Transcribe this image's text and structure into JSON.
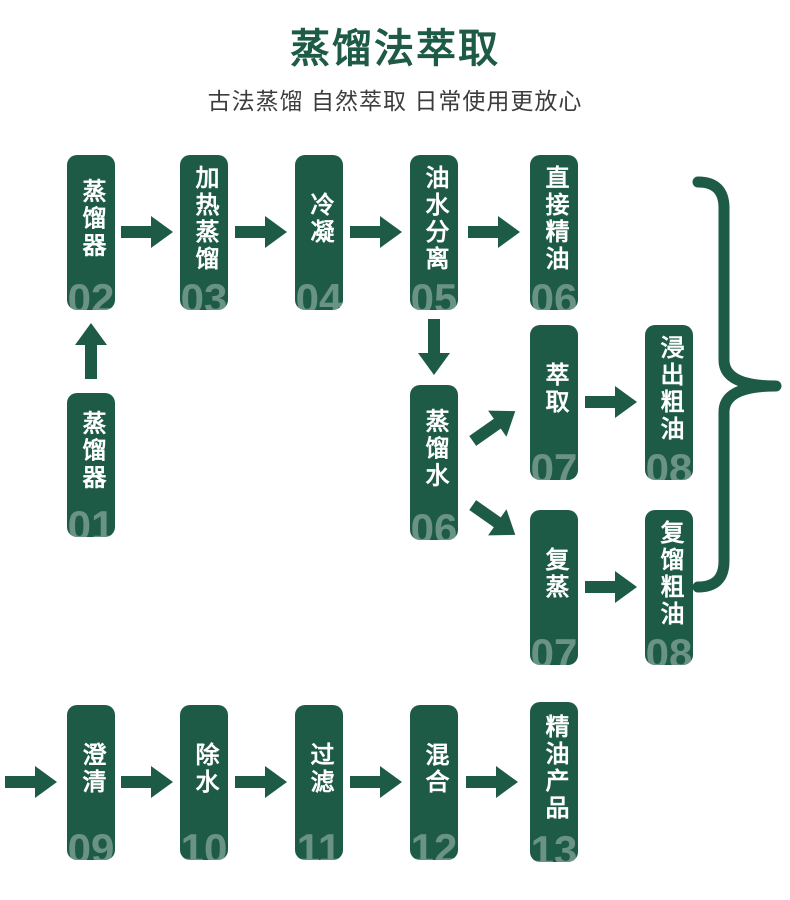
{
  "header": {
    "title": "蒸馏法萃取",
    "subtitle": "古法蒸馏 自然萃取 日常使用更放心"
  },
  "colors": {
    "accent_green": "#1e5b46",
    "number_tint": "rgba(255,255,255,0.34)",
    "subtitle_text": "#3c3c3c"
  },
  "steps": {
    "s01": {
      "num": "01",
      "label": "蒸馏器"
    },
    "s02": {
      "num": "02",
      "label": "蒸馏器"
    },
    "s03": {
      "num": "03",
      "label": "加热蒸馏"
    },
    "s04": {
      "num": "04",
      "label": "冷凝"
    },
    "s05": {
      "num": "05",
      "label": "油水分离"
    },
    "s06a": {
      "num": "06",
      "label": "直接精油"
    },
    "s06b": {
      "num": "06",
      "label": "蒸馏水"
    },
    "s07a": {
      "num": "07",
      "label": "萃取"
    },
    "s07b": {
      "num": "07",
      "label": "复蒸"
    },
    "s08a": {
      "num": "08",
      "label": "浸出粗油"
    },
    "s08b": {
      "num": "08",
      "label": "复馏粗油"
    },
    "s09": {
      "num": "09",
      "label": "澄清"
    },
    "s10": {
      "num": "10",
      "label": "除水"
    },
    "s11": {
      "num": "11",
      "label": "过滤"
    },
    "s12": {
      "num": "12",
      "label": "混合"
    },
    "s13": {
      "num": "13",
      "label": "精油产品"
    }
  }
}
